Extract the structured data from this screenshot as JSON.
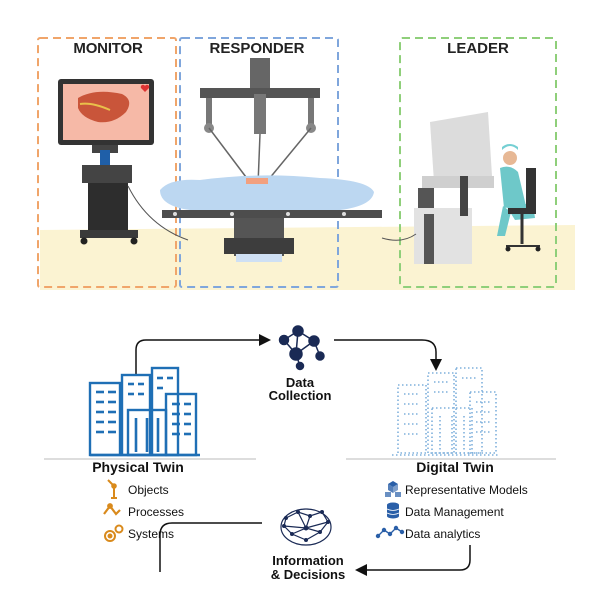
{
  "top_panel": {
    "monitor_label": "MONITOR",
    "responder_label": "RESPONDER",
    "leader_label": "LEADER",
    "colors": {
      "monitor": "#f0a56a",
      "responder": "#7fa6dc",
      "leader": "#8fcf7a"
    }
  },
  "cycle": {
    "data_collection": [
      "Data",
      "Collection"
    ],
    "information_decisions": [
      "Information",
      "& Decisions"
    ],
    "physical_twin": {
      "title": "Physical Twin",
      "items": [
        {
          "label": "Objects",
          "icon": "robot-arm-icon"
        },
        {
          "label": "Processes",
          "icon": "process-arm-icon"
        },
        {
          "label": "Systems",
          "icon": "gears-icon"
        }
      ]
    },
    "digital_twin": {
      "title": "Digital Twin",
      "items": [
        {
          "label": "Representative Models",
          "icon": "cubes-icon"
        },
        {
          "label": "Data Management",
          "icon": "database-icon"
        },
        {
          "label": "Data analytics",
          "icon": "analytics-icon"
        }
      ]
    },
    "colors": {
      "building_blue": "#1f6fb5",
      "icon_orange": "#d98a1c",
      "icon_blue": "#2a5fa8"
    }
  }
}
